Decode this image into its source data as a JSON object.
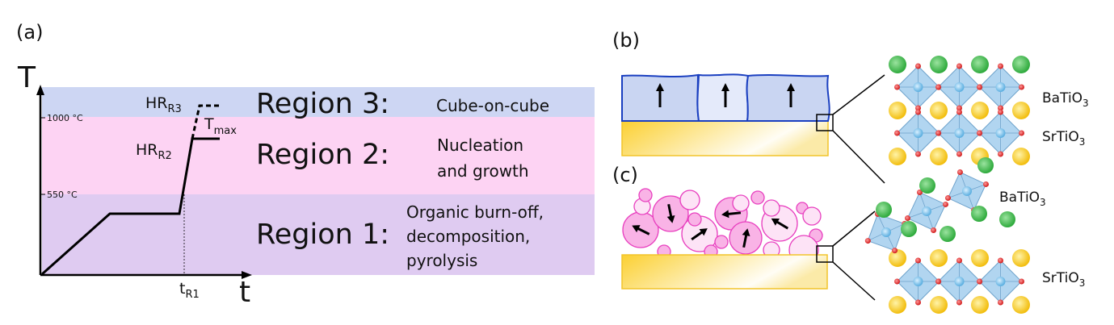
{
  "panel_a": {
    "label": "(a)",
    "y_axis_label": "T",
    "x_axis_label": "t",
    "tick_1000": "1000 °C",
    "tick_550": "550 °C",
    "t_r1": {
      "main": "t",
      "sub": "R1"
    },
    "hr_r3": {
      "main": "HR",
      "sub": "R3"
    },
    "hr_r2": {
      "main": "HR",
      "sub": "R2"
    },
    "t_max": {
      "main": "T",
      "sub": "max"
    },
    "regions": [
      {
        "title": "Region 3:",
        "desc": [
          "Cube-on-cube"
        ],
        "color": "#cdd6f3"
      },
      {
        "title": "Region 2:",
        "desc": [
          "Nucleation",
          "and growth"
        ],
        "color": "#fdd3f3"
      },
      {
        "title": "Region 1:",
        "desc": [
          "Organic burn-off,",
          "decomposition,",
          "pyrolysis"
        ],
        "color": "#dfcbf1"
      }
    ]
  },
  "panel_b": {
    "label": "(b)",
    "top_material": "BaTiO",
    "bottom_material": "SrTiO",
    "subscript": "3"
  },
  "panel_c": {
    "label": "(c)",
    "top_material": "BaTiO",
    "bottom_material": "SrTiO",
    "subscript": "3"
  },
  "colors": {
    "ba": "#3cb44b",
    "sr": "#f5c518",
    "ti": "#7ec0e8",
    "o": "#e03030",
    "film_blue": "#c9d5f2",
    "film_edge": "#1a3fc0",
    "grain_pink": "#f7a8e0",
    "grain_edge": "#e83fbf"
  }
}
